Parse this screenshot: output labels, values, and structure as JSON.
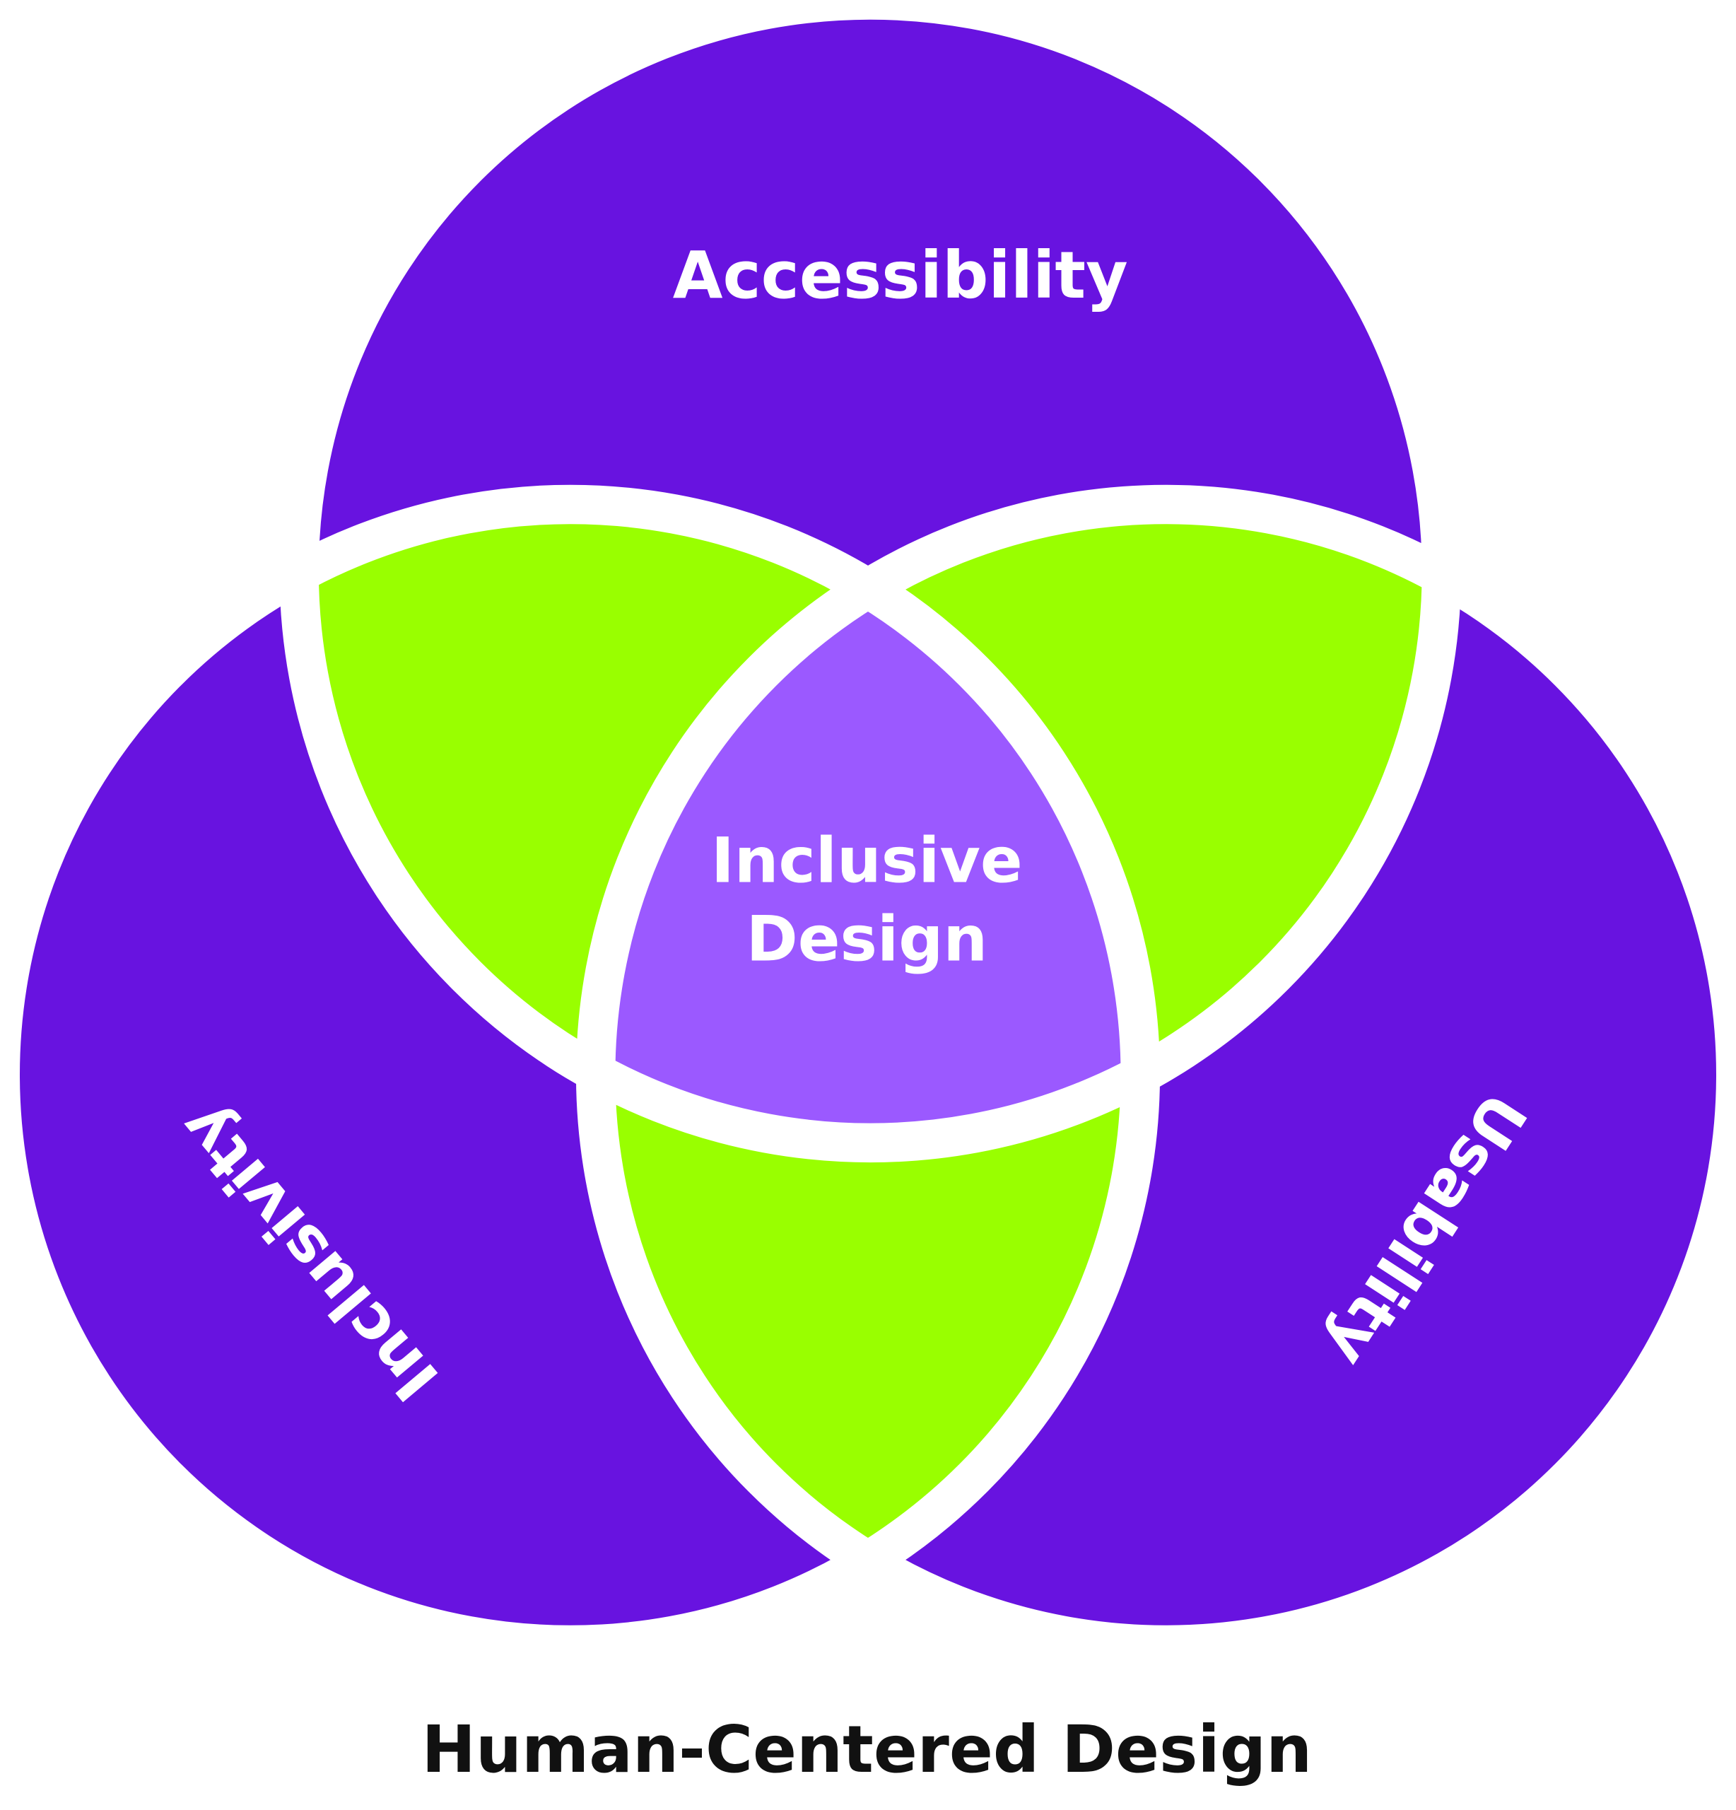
{
  "diagram": {
    "title": "Human-Centered Design",
    "sets": [
      {
        "label": "Accessibility"
      },
      {
        "label": "Inclusivity"
      },
      {
        "label": "Usability"
      }
    ],
    "center": {
      "line1": "Inclusive",
      "line2": "Design"
    }
  },
  "colors": {
    "set_fill": "#6813E0",
    "pair_overlap_fill": "#99FF00",
    "center_fill": "#9B59FF",
    "gap": "#FFFFFF"
  }
}
